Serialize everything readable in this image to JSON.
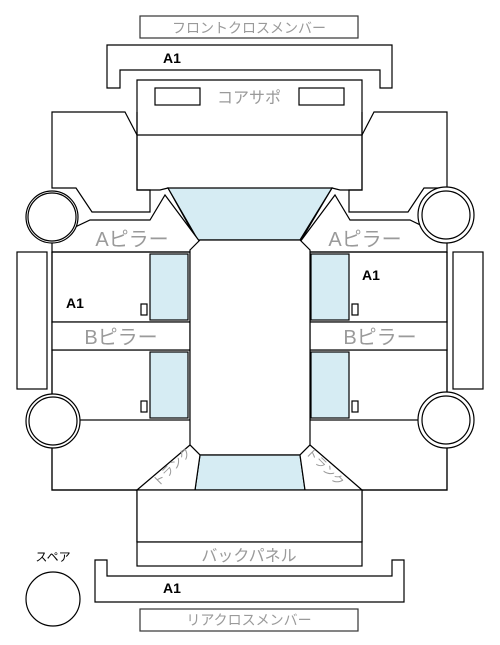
{
  "labels": {
    "front_cross_member": "フロントクロスメンバー",
    "radiator_support": "コアサポ",
    "a_pillar_left": "Aピラー",
    "a_pillar_right": "Aピラー",
    "b_pillar_left": "Bピラー",
    "b_pillar_right": "Bピラー",
    "trunk_left": "トランク",
    "trunk_right": "トランク",
    "back_panel": "バックパネル",
    "rear_cross_member": "リアクロスメンバー",
    "spare": "スペア"
  },
  "grades": {
    "front_cross_member": "A1",
    "right_side_upper": "A1",
    "left_side_middle": "A1",
    "rear_cross_member": "A1"
  },
  "colors": {
    "glass": "#d6ecf3",
    "outline": "#000000",
    "label_gray": "#9a9a9a"
  }
}
